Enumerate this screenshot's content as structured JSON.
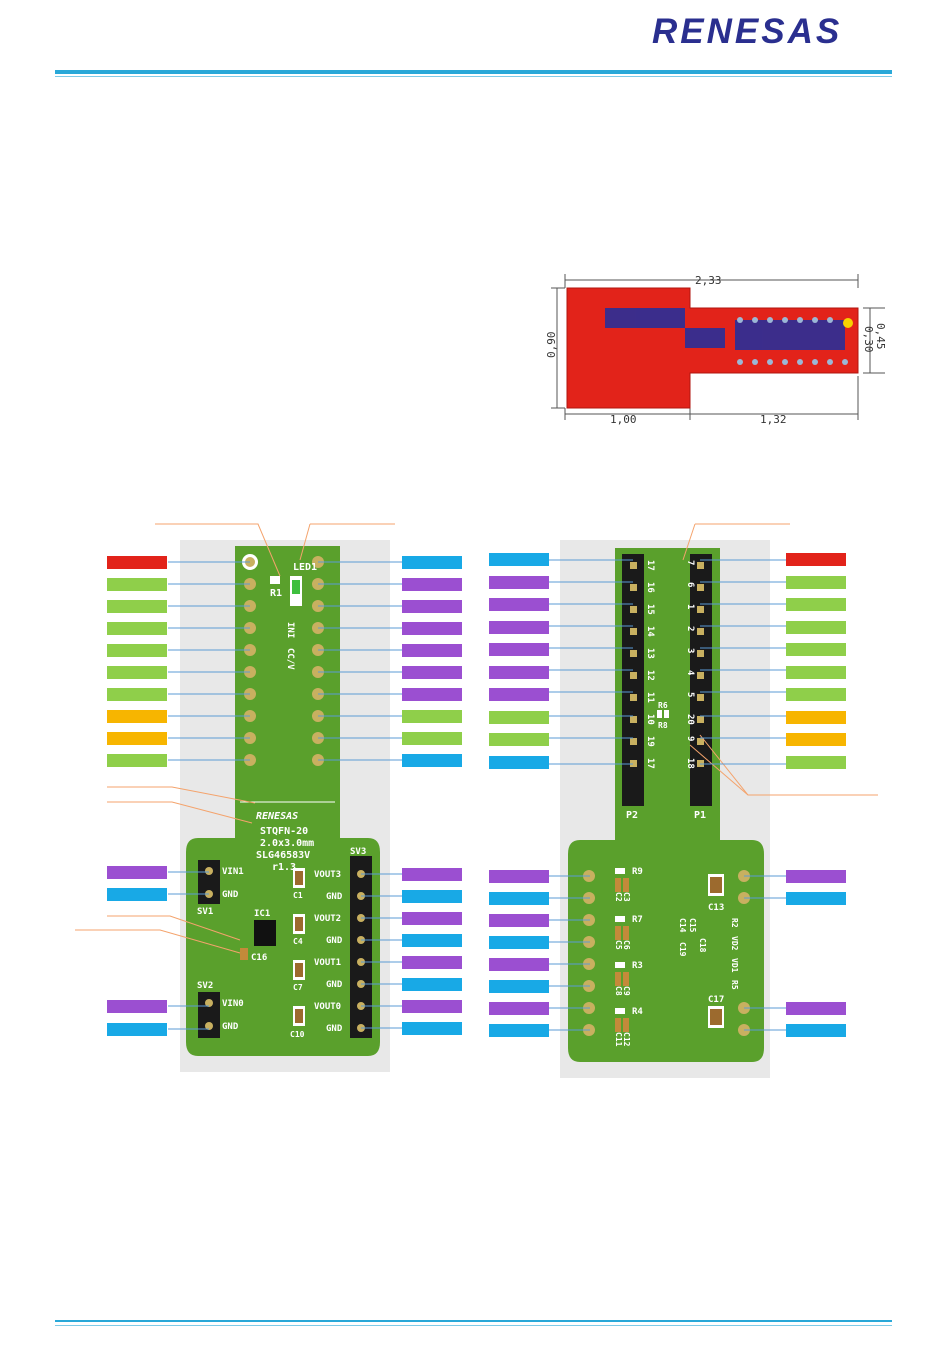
{
  "brand": {
    "name": "RENESAS",
    "color": "#2a2f8f"
  },
  "colors": {
    "accent_rule": "#29a8d8",
    "power": "#e2231a",
    "io_green": "#8fcf4a",
    "io_orange": "#f7b500",
    "io_purple": "#9b4fd1",
    "io_blue": "#18a9e6",
    "pcb_green": "#5aa02c",
    "pcb_red": "#e2231a",
    "leader": "#f4a36c"
  },
  "dimensions": {
    "total_width": "2,33",
    "height": "0,90",
    "left_width": "1,00",
    "right_width": "1,32",
    "pitch_outer": "0,45",
    "pitch_inner": "0,30"
  },
  "top_board": {
    "led": "LED1",
    "resistor": "R1",
    "connector_labels": [
      "INI",
      "CC/V"
    ],
    "chip_brand": "RENESAS",
    "package": "STQFN-20",
    "size": "2.0x3.0mm",
    "part": "SLG46583V",
    "revision": "r1.3",
    "ic": "IC1",
    "cap": "C16",
    "sv1": {
      "name": "SV1",
      "pins": [
        "VIN1",
        "GND"
      ]
    },
    "sv2": {
      "name": "SV2",
      "pins": [
        "VIN0",
        "GND"
      ]
    },
    "sv3": {
      "name": "SV3",
      "pins": [
        "VOUT3",
        "GND",
        "VOUT2",
        "GND",
        "VOUT1",
        "GND",
        "VOUT0",
        "GND"
      ]
    },
    "caps": [
      "C1",
      "C4",
      "C7",
      "C10"
    ]
  },
  "bottom_board": {
    "p1": {
      "name": "P1",
      "pins": [
        "7",
        "6",
        "1",
        "2",
        "3",
        "4",
        "5",
        "20",
        "9",
        "18"
      ]
    },
    "p2": {
      "name": "P2",
      "pins": [
        "17",
        "16",
        "15",
        "14",
        "13",
        "12",
        "11",
        "10",
        "19",
        "17"
      ]
    },
    "r6": "R6",
    "r8": "R8",
    "resistors": [
      "R9",
      "R7",
      "R3",
      "R4"
    ],
    "cap_pairs": [
      "C2",
      "C3",
      "C5",
      "C6",
      "C8",
      "C9",
      "C11",
      "C12"
    ],
    "right_caps": [
      "C13",
      "C14",
      "C15",
      "C18",
      "C19",
      "C17"
    ],
    "right_res": [
      "R2",
      "VD2",
      "VD1",
      "R5"
    ]
  },
  "left_tags": [
    "power",
    "io_green",
    "io_green",
    "io_green",
    "io_green",
    "io_green",
    "io_green",
    "io_orange",
    "io_orange",
    "io_green"
  ],
  "left_right_tags": [
    "io_blue",
    "io_purple",
    "io_purple",
    "io_purple",
    "io_purple",
    "io_purple",
    "io_purple",
    "io_green",
    "io_green",
    "io_blue"
  ],
  "left_lower_tags": [
    "io_purple",
    "io_blue"
  ],
  "left_lower2_tags": [
    "io_purple",
    "io_blue"
  ],
  "left_sv3_tags": [
    "io_purple",
    "io_blue",
    "io_purple",
    "io_blue",
    "io_purple",
    "io_blue",
    "io_purple",
    "io_blue"
  ],
  "right_left_tags": [
    "io_blue",
    "io_purple",
    "io_purple",
    "io_purple",
    "io_purple",
    "io_purple",
    "io_purple",
    "io_green",
    "io_green",
    "io_blue"
  ],
  "right_right_tags": [
    "power",
    "io_green",
    "io_green",
    "io_green",
    "io_green",
    "io_green",
    "io_green",
    "io_orange",
    "io_orange",
    "io_green"
  ],
  "right_lower_left_tags": [
    "io_purple",
    "io_blue",
    "io_purple",
    "io_blue",
    "io_purple",
    "io_blue",
    "io_purple",
    "io_blue"
  ],
  "right_lower_right_tags": [
    "io_purple",
    "io_blue",
    "io_purple",
    "io_blue"
  ]
}
